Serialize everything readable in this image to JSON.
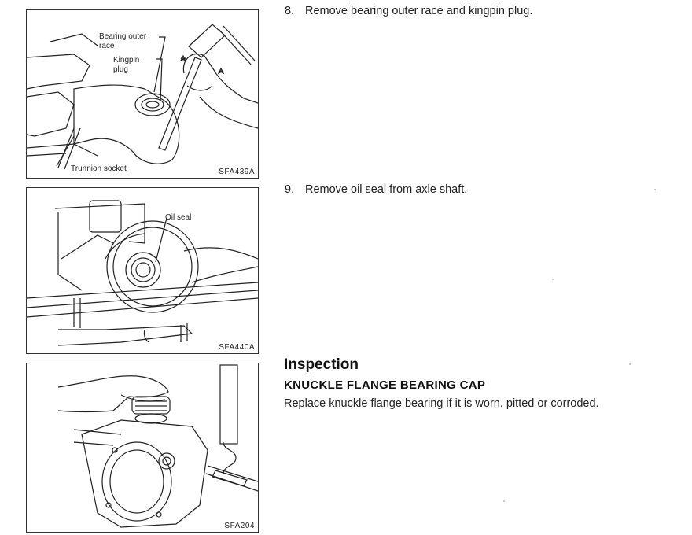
{
  "figures": [
    {
      "code": "SFA439A",
      "callouts": {
        "bearing_outer_race": "Bearing outer race",
        "kingpin_plug": "Kingpin plug",
        "trunnion_socket": "Trunnion socket"
      }
    },
    {
      "code": "SFA440A",
      "callouts": {
        "oil_seal": "Oil seal"
      }
    },
    {
      "code": "SFA204",
      "callouts": {}
    }
  ],
  "steps": [
    {
      "number": "8.",
      "text": "Remove bearing outer race and kingpin plug."
    },
    {
      "number": "9.",
      "text": "Remove oil seal from axle shaft."
    }
  ],
  "inspection": {
    "heading": "Inspection",
    "subheading": "KNUCKLE FLANGE BEARING CAP",
    "text": "Replace knuckle flange bearing if it is worn, pitted or corroded."
  }
}
